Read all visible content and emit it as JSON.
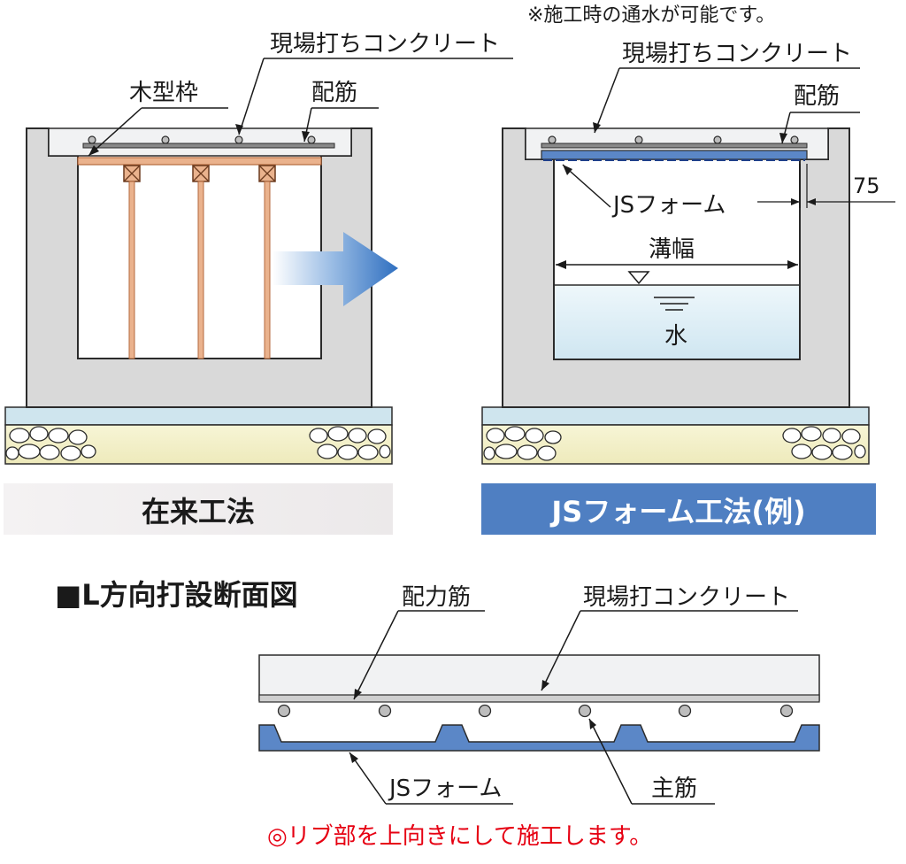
{
  "colors": {
    "concrete": "#d9d9d9",
    "slab": "#f1f2f3",
    "outline": "#2b2b2b",
    "wood": "#eab28d",
    "wood_edge": "#b46a3e",
    "gravel_bed": "#f4f1c8",
    "base_band": "#cfe5ee",
    "js_form": "#5b87c7",
    "water": "#d8ecf5",
    "arrow": "#2f6fc0",
    "label_left_bg": "#f1eff0",
    "label_right_bg": "#4f7fc2",
    "note_red": "#e60012"
  },
  "left_diagram": {
    "label_concrete": "現場打ちコンクリート",
    "label_formwork": "木型枠",
    "label_rebar": "配筋",
    "caption": "在来工法"
  },
  "right_diagram": {
    "note": "※施工時の通水が可能です。",
    "label_concrete": "現場打ちコンクリート",
    "label_rebar": "配筋",
    "label_js_form": "JSフォーム",
    "label_dimension": "75",
    "label_width": "溝幅",
    "label_water": "水",
    "caption": "JSフォーム工法(例)"
  },
  "section": {
    "title": "■L方向打設断面図",
    "label_distribution_bar": "配力筋",
    "label_concrete": "現場打コンクリート",
    "label_js_form": "JSフォーム",
    "label_main_bar": "主筋",
    "note": "◎リブ部を上向きにして施工します。"
  }
}
